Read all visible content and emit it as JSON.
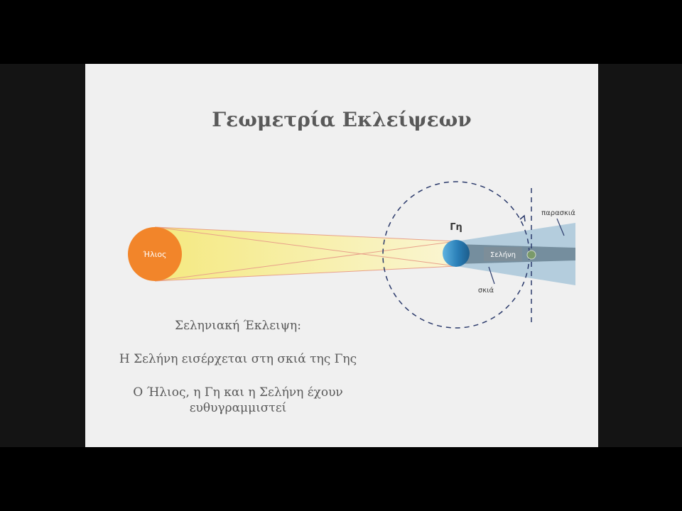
{
  "slide": {
    "title": "Γεωμετρία Εκλείψεων"
  },
  "diagram": {
    "sun_label": "Ήλιος",
    "earth_label": "Γη",
    "moon_label": "Σελήνη",
    "umbra_label": "σκιά",
    "penumbra_label": "παρασκιά"
  },
  "caption": {
    "heading": "Σεληνιακή Έκλειψη:",
    "line1": "Η Σελήνη εισέρχεται στη σκιά της Γης",
    "line2": "Ο Ήλιος, η Γη και η Σελήνη έχουν ευθυγραμμιστεί"
  },
  "colors": {
    "background": "#000000",
    "slide": "#f0f0f0",
    "sun": "#f2852a",
    "earth": "#2a7fb8",
    "penumbra": "#a9c7d9",
    "umbra": "#6e8797",
    "sunlight": "#f5e873",
    "orbit": "#2b3a6b",
    "text": "#595959"
  }
}
